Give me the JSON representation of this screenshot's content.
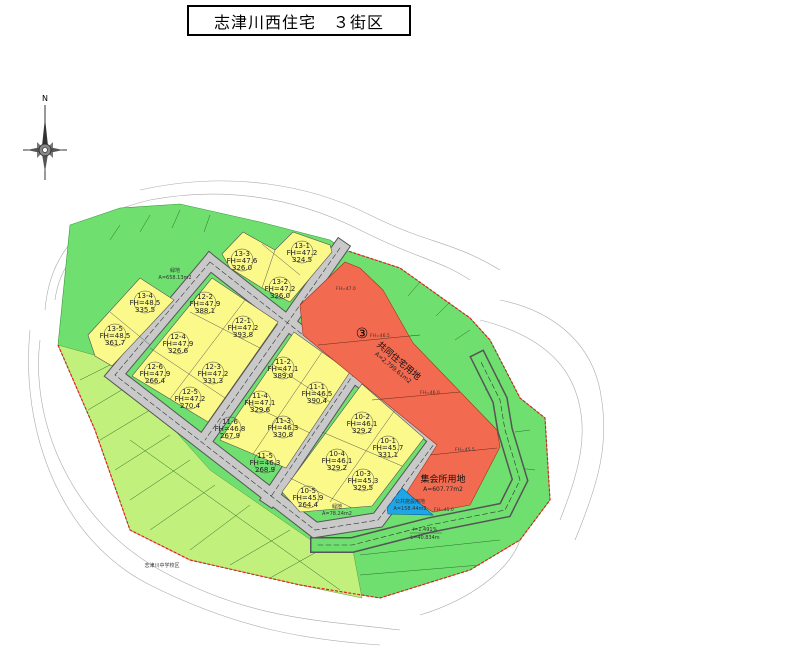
{
  "title": "志津川西住宅　３街区",
  "compass": {
    "north_label": "N",
    "icon": "compass-rose-icon"
  },
  "colors": {
    "green_space": "#6fe06f",
    "residential_outside": "#c2f07c",
    "lot_yellow": "#fbf98a",
    "road_gray": "#c9c9c9",
    "apartment_red": "#f26a4f",
    "public_blue": "#1ea7e8",
    "boundary_red": "#e02020"
  },
  "zones": {
    "green_large": {
      "label": "緑地",
      "area": "A=658.13m2"
    },
    "green_small": {
      "label": "緑地",
      "area": "A=78.24m2"
    },
    "apartment": {
      "marker": "③",
      "label": "共同住宅用地",
      "area": "A=2,799.61m2"
    },
    "meeting_hall": {
      "label": "集会所用地",
      "area": "A=607.77m2"
    },
    "public_facility": {
      "label": "公共施設用地",
      "area": "A=158.44m2"
    }
  },
  "fh_lines": [
    "FH=47.0",
    "FH=46.5",
    "FH=46.0",
    "FH=45.5",
    "FH=45.0"
  ],
  "road": {
    "gradient": "i=1.491%",
    "length": "L=40.834m"
  },
  "district_label": "志津川中学校区",
  "lots": [
    {
      "id": "13-1",
      "fh": "FH=47.2",
      "area": "324.5"
    },
    {
      "id": "13-2",
      "fh": "FH=47.2",
      "area": "326.0"
    },
    {
      "id": "13-3",
      "fh": "FH=47.6",
      "area": "326.0"
    },
    {
      "id": "13-4",
      "fh": "FH=48.5",
      "area": "335.5"
    },
    {
      "id": "13-5",
      "fh": "FH=48.5",
      "area": "361.7"
    },
    {
      "id": "12-1",
      "fh": "FH=47.2",
      "area": "393.8"
    },
    {
      "id": "12-2",
      "fh": "FH=47.9",
      "area": "388.1"
    },
    {
      "id": "12-3",
      "fh": "FH=47.2",
      "area": "331.3"
    },
    {
      "id": "12-4",
      "fh": "FH=47.9",
      "area": "326.6"
    },
    {
      "id": "12-5",
      "fh": "FH=47.2",
      "area": "270.4"
    },
    {
      "id": "12-6",
      "fh": "FH=47.9",
      "area": "266.4"
    },
    {
      "id": "11-1",
      "fh": "FH=46.5",
      "area": "390.4"
    },
    {
      "id": "11-2",
      "fh": "FH=47.1",
      "area": "389.0"
    },
    {
      "id": "11-3",
      "fh": "FH=46.3",
      "area": "330.8"
    },
    {
      "id": "11-4",
      "fh": "FH=47.1",
      "area": "329.6"
    },
    {
      "id": "11-5",
      "fh": "FH=46.3",
      "area": "268.9"
    },
    {
      "id": "11-6",
      "fh": "FH=46.8",
      "area": "267.9"
    },
    {
      "id": "10-1",
      "fh": "FH=45.7",
      "area": "331.1"
    },
    {
      "id": "10-2",
      "fh": "FH=46.1",
      "area": "329.2"
    },
    {
      "id": "10-3",
      "fh": "FH=45.3",
      "area": "329.5"
    },
    {
      "id": "10-4",
      "fh": "FH=46.1",
      "area": "329.2"
    },
    {
      "id": "10-5",
      "fh": "FH=45.9",
      "area": "264.4"
    }
  ]
}
